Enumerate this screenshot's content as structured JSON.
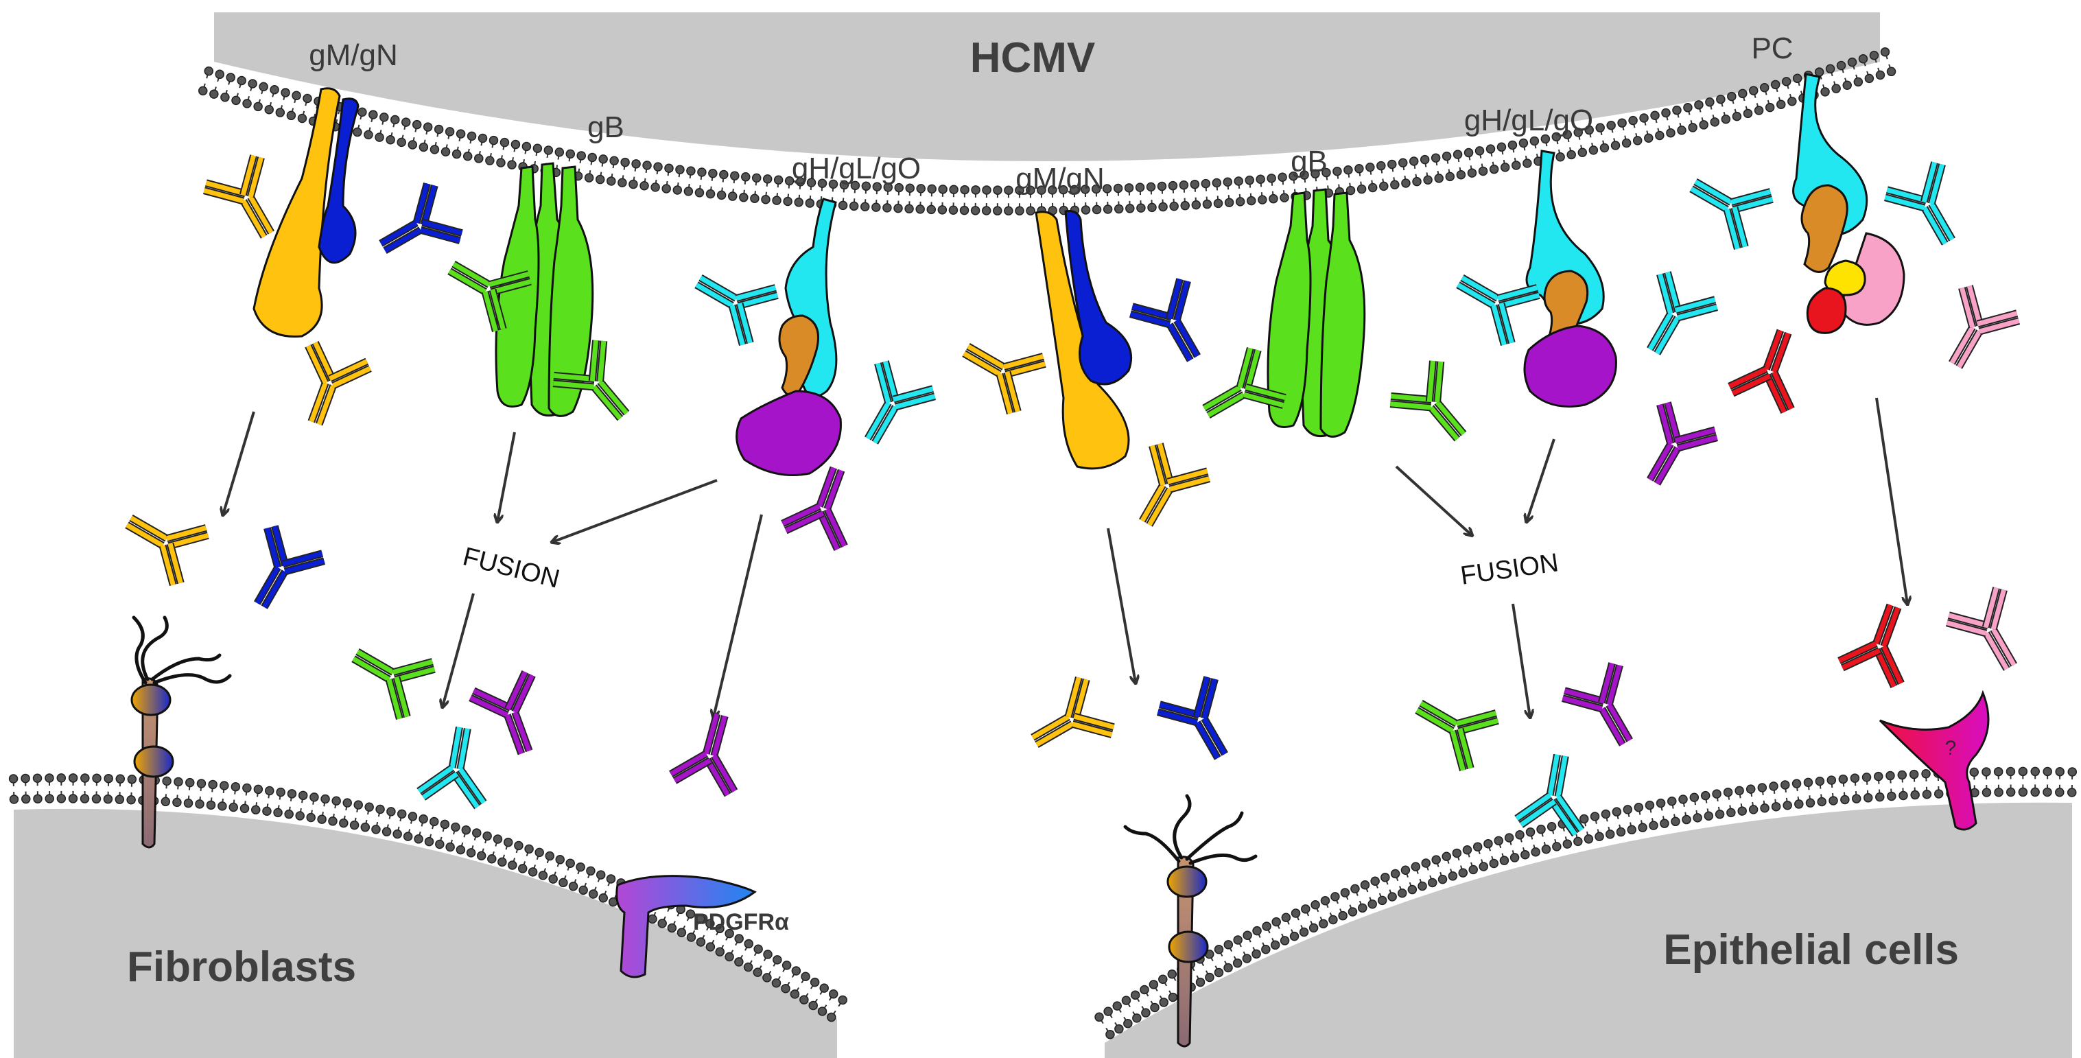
{
  "labels": {
    "virus": "HCMV",
    "fibroblasts": "Fibroblasts",
    "epithelial": "Epithelial cells",
    "pdgfr": "PDGFRα",
    "fusion": "FUSION",
    "unknown_receptor": "?"
  },
  "glycoproteins": {
    "gm_gn_left": "gM/gN",
    "gb_left": "gB",
    "gh_gl_go_left": "gH/gL/gO",
    "gm_gn_right": "gM/gN",
    "gb_right": "gB",
    "gh_gl_go_right": "gH/gL/gO",
    "pc": "PC"
  },
  "colors": {
    "membrane_gray": "#c8c8c8",
    "gm": "#ffc20e",
    "gn": "#0a1ed2",
    "gb": "#5ae01c",
    "gh": "#22e6f0",
    "gl": "#d98b27",
    "go": "#a514c8",
    "ul128": "#e8141e",
    "ul130": "#ffe300",
    "ul131": "#f7a2c6",
    "receptor_unknown": "#e8106a",
    "pdgfr_start": "#b447d6",
    "pdgfr_end": "#2a83f0"
  },
  "antibody_colors": [
    "#ffc20e",
    "#0a1ed2",
    "#5ae01c",
    "#22e6f0",
    "#a514c8",
    "#e8141e",
    "#f7a2c6"
  ]
}
